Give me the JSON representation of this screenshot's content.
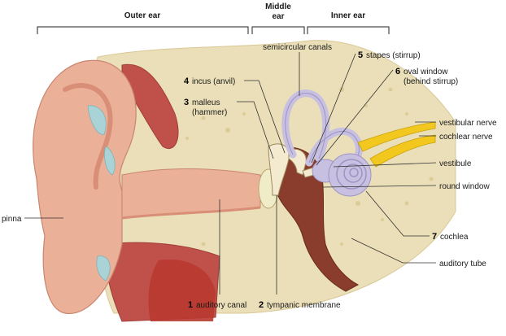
{
  "sections": {
    "outer_ear": "Outer ear",
    "middle_ear_line1": "Middle",
    "middle_ear_line2": "ear",
    "inner_ear": "Inner ear"
  },
  "labels": {
    "semicircular_canals": "semicircular canals",
    "stapes_num": "5",
    "stapes": "stapes (stirrup)",
    "oval_window_num": "6",
    "oval_window_line1": "oval window",
    "oval_window_line2": "(behind stirrup)",
    "incus_num": "4",
    "incus": "incus (anvil)",
    "malleus_num": "3",
    "malleus_line1": "malleus",
    "malleus_line2": "(hammer)",
    "vestibular_nerve": "vestibular nerve",
    "cochlear_nerve": "cochlear nerve",
    "vestibule": "vestibule",
    "round_window": "round window",
    "pinna": "pinna",
    "cochlea_num": "7",
    "cochlea": "cochlea",
    "auditory_tube": "auditory tube",
    "auditory_canal_num": "1",
    "auditory_canal": "auditory canal",
    "tympanic_membrane_num": "2",
    "tympanic_membrane": "tympanic membrane"
  },
  "colors": {
    "skin": "#eab098",
    "skin_dark": "#d98e78",
    "bone": "#eadfb8",
    "bone_dark": "#d9c896",
    "muscle": "#c0504a",
    "cartilage": "#a9d3d6",
    "labyrinth": "#c7c0e0",
    "nerve": "#f2c81e",
    "middle_ear": "#8a3d2c"
  }
}
